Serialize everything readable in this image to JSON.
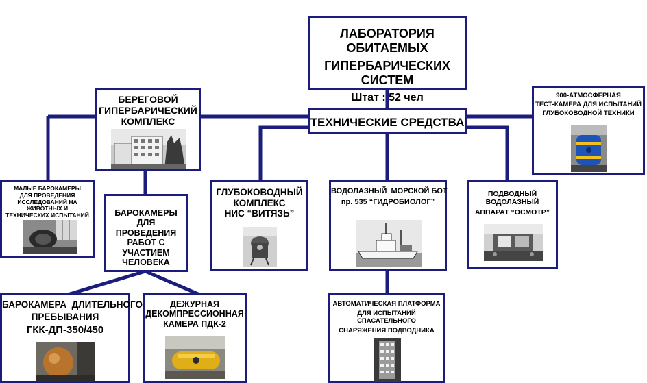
{
  "main": {
    "title_line1": "ЛАБОРАТОРИЯ ОБИТАЕМЫХ",
    "title_line2": "ГИПЕРБАРИЧЕСКИХ СИСТЕМ",
    "staff": "Штат : 52 чел"
  },
  "tech": {
    "label": "ТЕХНИЧЕСКИЕ СРЕДСТВА"
  },
  "coastal": {
    "line1": "БЕРЕГОВОЙ",
    "line2": "ГИПЕРБАРИЧЕСКИЙ",
    "line3": "КОМПЛЕКС",
    "photo_icon": "building-photo"
  },
  "small_chambers": {
    "line1": "МАЛЫЕ БАРОКАМЕРЫ",
    "line2": "ДЛЯ ПРОВЕДЕНИЯ",
    "line3": "ИССЛЕДОВАНИЙ НА ЖИВОТНЫХ И",
    "line4": "ТЕХНИЧЕСКИХ ИСПЫТАНИЙ",
    "photo_icon": "machinery-photo"
  },
  "human_chambers": {
    "line1": "БАРОКАМЕРЫ",
    "line2": "ДЛЯ ПРОВЕДЕНИЯ",
    "line3": "РАБОТ С УЧАСТИЕМ",
    "line4": "ЧЕЛОВЕКА"
  },
  "long_stay": {
    "line1": "БАРОКАМЕРА  ДЛИТЕЛЬНОГО",
    "line2": "ПРЕБЫВАНИЯ",
    "line3": "ГКК-ДП-350/450",
    "photo_icon": "sphere-chamber-photo"
  },
  "pdk": {
    "line1": "ДЕЖУРНАЯ",
    "line2": "ДЕКОМПРЕССИОННАЯ",
    "line3": "КАМЕРА ПДК-2",
    "photo_icon": "yellow-chamber-photo"
  },
  "vityaz": {
    "line1": "ГЛУБОКОВОДНЫЙ",
    "line2": "КОМПЛЕКС",
    "line3": "НИС “ВИТЯЗЬ”",
    "photo_icon": "diving-bell-photo"
  },
  "boat": {
    "line1": "ВОДОЛАЗНЫЙ  МОРСКОЙ БОТ",
    "line2": "пр. 535 “ГИДРОБИОЛОГ”",
    "photo_icon": "ship-photo"
  },
  "osmotr": {
    "line1": "ПОДВОДНЫЙ ВОДОЛАЗНЫЙ",
    "line2": "АППАРАТ “ОСМОТР”",
    "photo_icon": "submersible-photo"
  },
  "test_chamber": {
    "line1": "900-АТМОСФЕРНАЯ",
    "line2": "ТЕСТ-КАМЕРА ДЛЯ ИСПЫТАНИЙ",
    "line3": "ГЛУБОКОВОДНОЙ ТЕХНИКИ",
    "photo_icon": "blue-chamber-photo"
  },
  "platform": {
    "line1": "АВТОМАТИЧЕСКАЯ ПЛАТФОРМА",
    "line2": "ДЛЯ ИСПЫТАНИЙ СПАСАТЕЛЬНОГО",
    "line3": "СНАРЯЖЕНИЯ ПОДВОДНИКА",
    "photo_icon": "platform-photo"
  },
  "colors": {
    "border": "#1c1c7c",
    "connector": "#1c1c7c"
  }
}
